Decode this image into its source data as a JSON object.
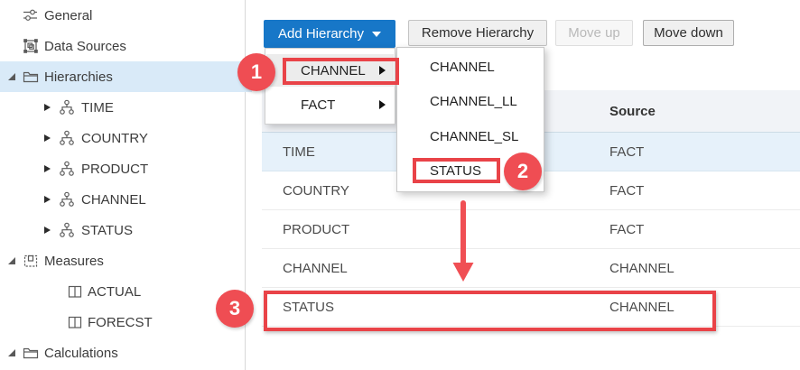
{
  "sidebar": {
    "items": [
      {
        "label": "General",
        "icon": "sliders-icon"
      },
      {
        "label": "Data Sources",
        "icon": "data-sources-icon"
      },
      {
        "label": "Hierarchies",
        "icon": "folder-icon",
        "state": "expanded",
        "selected": true
      },
      {
        "label": "TIME",
        "icon": "hierarchy-icon",
        "state": "collapsed"
      },
      {
        "label": "COUNTRY",
        "icon": "hierarchy-icon",
        "state": "collapsed"
      },
      {
        "label": "PRODUCT",
        "icon": "hierarchy-icon",
        "state": "collapsed"
      },
      {
        "label": "CHANNEL",
        "icon": "hierarchy-icon",
        "state": "collapsed"
      },
      {
        "label": "STATUS",
        "icon": "hierarchy-icon",
        "state": "collapsed"
      },
      {
        "label": "Measures",
        "icon": "measures-icon",
        "state": "expanded"
      },
      {
        "label": "ACTUAL",
        "icon": "columns-icon"
      },
      {
        "label": "FORECST",
        "icon": "columns-icon"
      },
      {
        "label": "Calculations",
        "icon": "folder-icon",
        "state": "expanded"
      }
    ]
  },
  "toolbar": {
    "add_hierarchy_label": "Add Hierarchy",
    "remove_hierarchy_label": "Remove Hierarchy",
    "move_up_label": "Move up",
    "move_down_label": "Move down",
    "move_up_disabled": true
  },
  "menu": {
    "items": [
      {
        "label": "CHANNEL",
        "has_submenu": true,
        "highlighted": true
      },
      {
        "label": "FACT",
        "has_submenu": true
      }
    ]
  },
  "submenu": {
    "items": [
      {
        "label": "CHANNEL"
      },
      {
        "label": "CHANNEL_LL"
      },
      {
        "label": "CHANNEL_SL"
      },
      {
        "label": "STATUS"
      }
    ]
  },
  "table": {
    "source_header": "Source",
    "rows": [
      {
        "name": "TIME",
        "source": "FACT",
        "selected": true
      },
      {
        "name": "COUNTRY",
        "source": "FACT"
      },
      {
        "name": "PRODUCT",
        "source": "FACT"
      },
      {
        "name": "CHANNEL",
        "source": "CHANNEL"
      },
      {
        "name": "STATUS",
        "source": "CHANNEL"
      }
    ]
  },
  "annotations": {
    "step1": "1",
    "step2": "2",
    "step3": "3"
  },
  "colors": {
    "accent_blue": "#1777c8",
    "annotation_box_red": "#e94348",
    "annotation_circle_red": "#ef4d53",
    "selected_nav_bg": "#d9eaf8",
    "selected_row_bg": "#e6f1fa",
    "table_header_bg": "#f1f3f7"
  }
}
